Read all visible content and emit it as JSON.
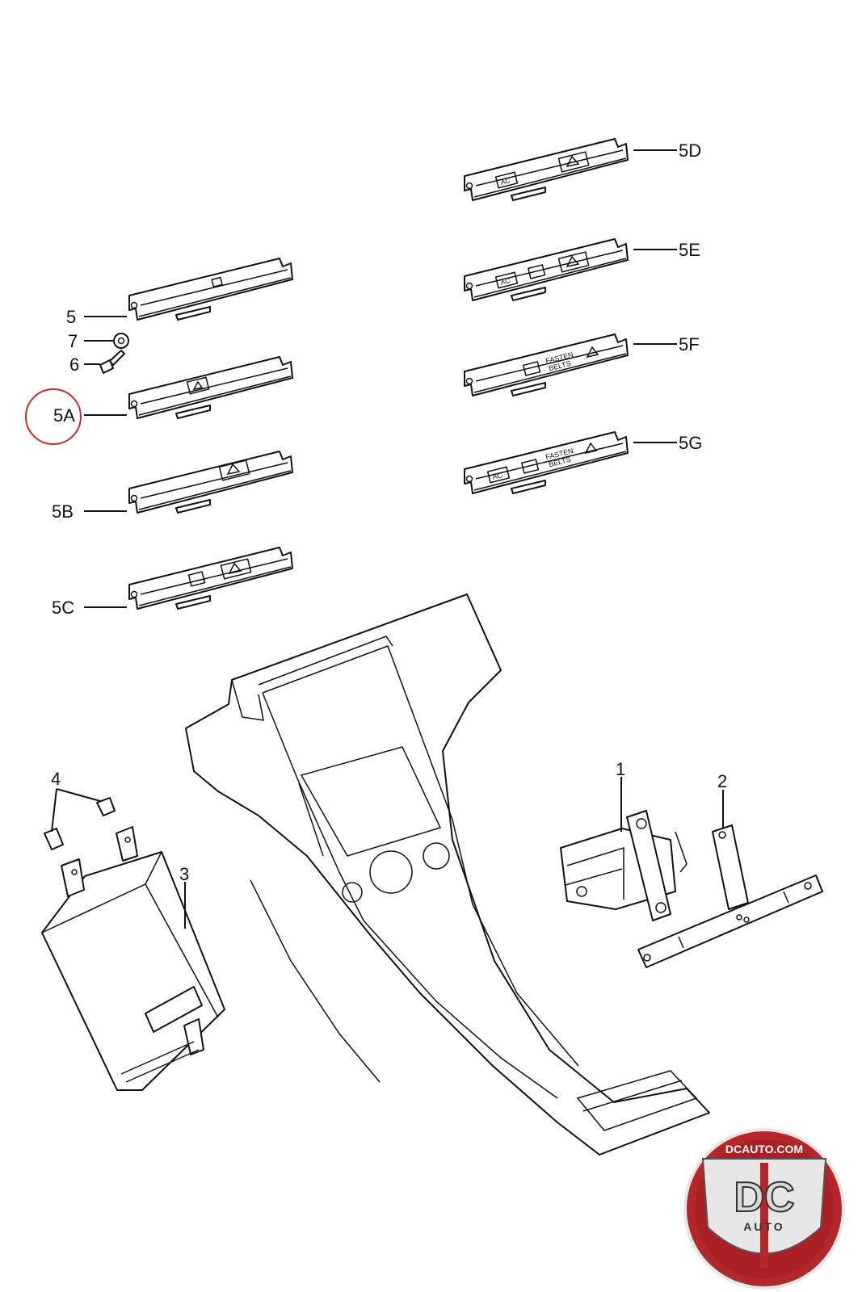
{
  "callouts": {
    "c5": "5",
    "c7": "7",
    "c6": "6",
    "c5A": "5A",
    "c5B": "5B",
    "c5C": "5C",
    "c5D": "5D",
    "c5E": "5E",
    "c5F": "5F",
    "c5G": "5G",
    "c1": "1",
    "c2": "2",
    "c3": "3",
    "c4": "4"
  },
  "switch_text": {
    "ac": "AC",
    "fasten": "FASTEN",
    "belts": "BELTS"
  },
  "watermark": {
    "site": "DCAUTO.COM",
    "initials": "DC",
    "word": "AUTO"
  },
  "colors": {
    "line": "#111111",
    "highlight_circle": "#cc2a2a",
    "logo_red": "#b3262a"
  }
}
